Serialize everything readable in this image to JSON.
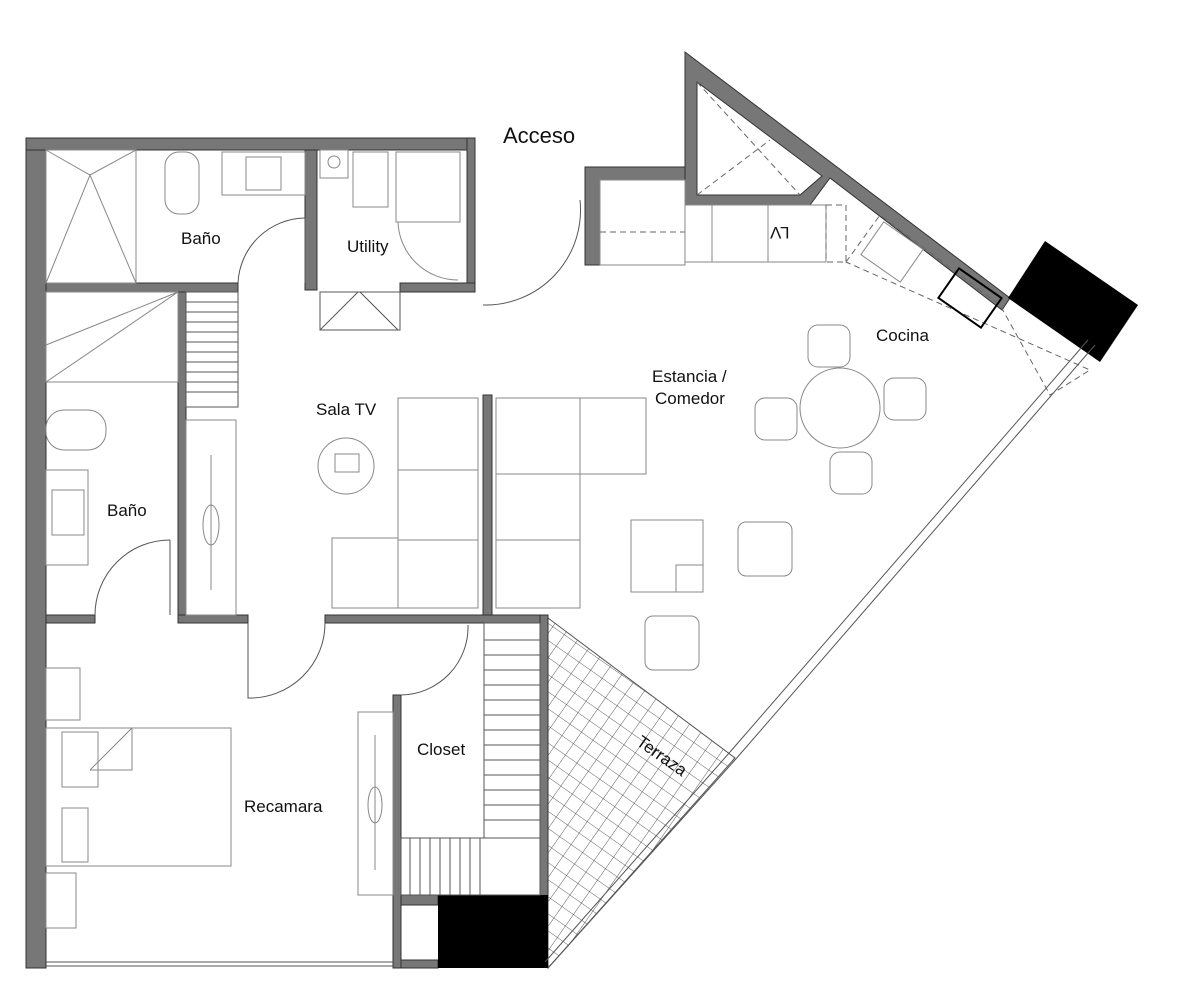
{
  "plan": {
    "rooms": {
      "acceso": "Acceso",
      "bano_1": "Baño",
      "utility": "Utility",
      "bano_2": "Baño",
      "sala_tv": "Sala TV",
      "estancia_line1": "Estancia /",
      "estancia_line2": "Comedor",
      "cocina": "Cocina",
      "closet": "Closet",
      "recamara": "Recamara",
      "terraza": "Terraza",
      "lv": "LV"
    },
    "colors": {
      "wall": "#777777",
      "column": "#000000",
      "line": "#555555"
    }
  }
}
